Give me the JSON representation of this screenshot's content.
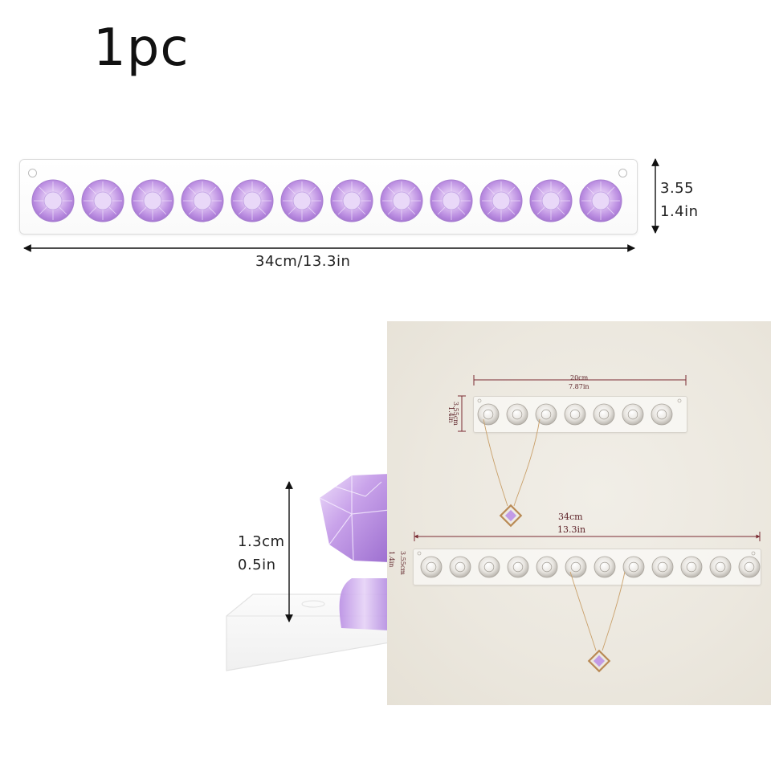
{
  "header": {
    "quantity": "1pc"
  },
  "main_bar": {
    "width_label": "34cm/13.3in",
    "height_cm": "3.55",
    "height_in": "1.4in",
    "knob_count": 12
  },
  "knob_detail": {
    "height_cm": "1.3cm",
    "height_in": "0.5in"
  },
  "photo": {
    "small_bar": {
      "width_cm": "20cm",
      "width_in": "7.87in",
      "height_cm": "3.55cm",
      "height_in": "1.4in",
      "knob_count": 7
    },
    "large_bar": {
      "width_cm": "34cm",
      "width_in": "13.3in",
      "height_cm": "3.55cm",
      "height_in": "1.4in",
      "knob_count": 12
    }
  },
  "colors": {
    "gem_purple": "#c9a3e6",
    "gem_purple_dark": "#a87fd0",
    "dimension_red": "#7a2a32",
    "photo_background": "#ece8df",
    "chain_gold": "#c9a06a"
  }
}
